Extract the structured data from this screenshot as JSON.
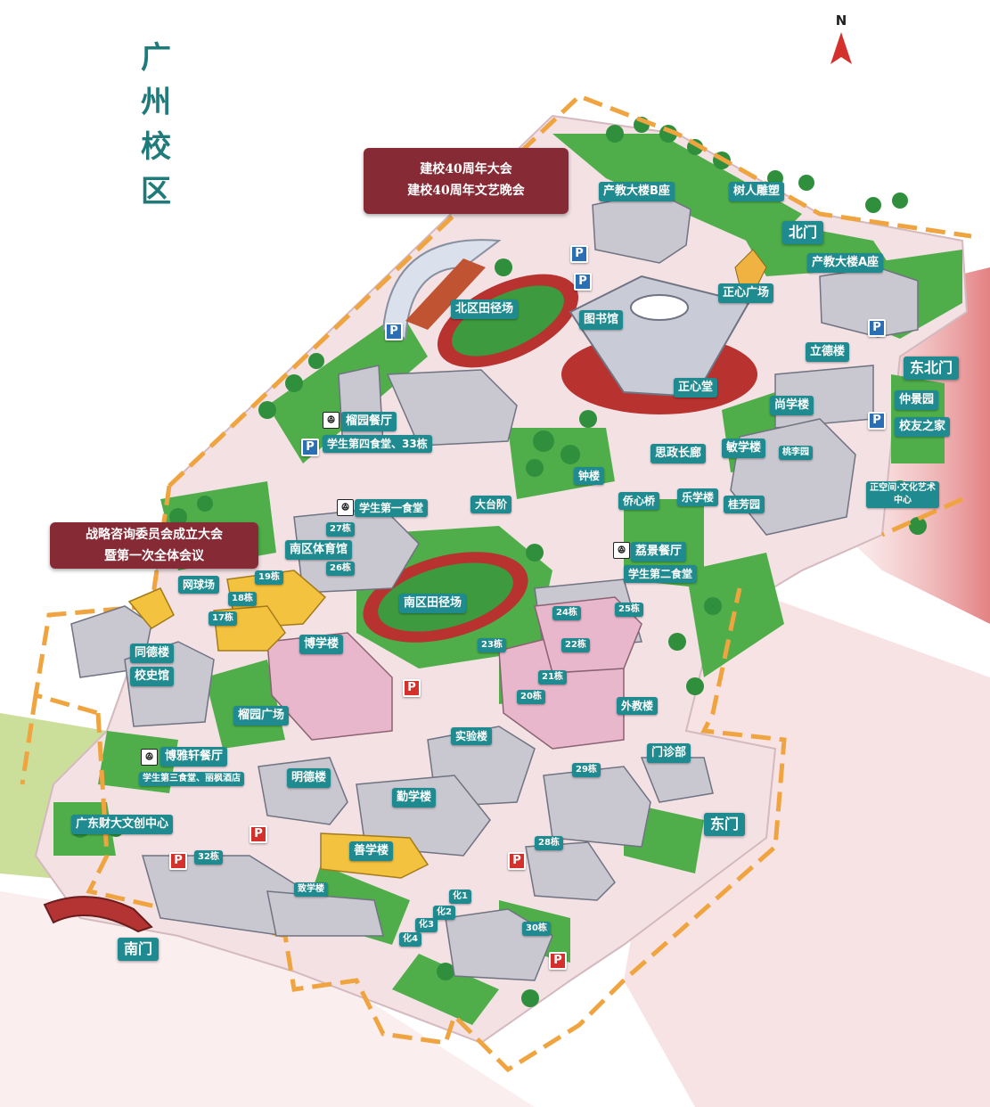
{
  "title": "广州校区",
  "compass": "N",
  "banners": {
    "top": [
      "建校40周年大会",
      "建校40周年文艺晚会"
    ],
    "left": [
      "战略咨询委员会成立大会",
      "暨第一次全体会议"
    ]
  },
  "gates": {
    "north": "北门",
    "northeast": "东北门",
    "east": "东门",
    "south": "南门"
  },
  "labels": {
    "cjdl_b": "产教大楼B座",
    "shurendiaosu": "树人雕塑",
    "cjdl_a": "产教大楼A座",
    "zhengxin_square": "正心广场",
    "north_track": "北区田径场",
    "library": "图书馆",
    "zhengxin_hall": "正心堂",
    "lide": "立德楼",
    "shangxue": "尚学楼",
    "yangjing": "仲景园",
    "xiaoyou": "校友之家",
    "liuyuan_rest": "榴园餐厅",
    "canteen4": "学生第四食堂、33栋",
    "canteen1": "学生第一食堂",
    "datai": "大台阶",
    "bell": "钟楼",
    "qiaoxin": "侨心桥",
    "enzheng": "思政长廊",
    "minxue": "敏学楼",
    "taoli": "桃李园",
    "lexue": "乐学楼",
    "guifang": "桂芳园",
    "zhengkong": "正空间·文化艺术中心",
    "b27": "27栋",
    "south_gym": "南区体育馆",
    "b26": "26栋",
    "lijing": "荔景餐厅",
    "canteen2": "学生第二食堂",
    "tennis": "网球场",
    "b19": "19栋",
    "b18": "18栋",
    "b17": "17栋",
    "south_track": "南区田径场",
    "b24": "24栋",
    "b25": "25栋",
    "b23": "23栋",
    "b22": "22栋",
    "bxue": "博学楼",
    "b21": "21栋",
    "b20": "20栋",
    "tongde": "同德楼",
    "history": "校史馆",
    "waijiao": "外教楼",
    "liuyuan_sq": "榴园广场",
    "lab": "实验楼",
    "clinic": "门诊部",
    "boya": "博雅轩餐厅",
    "canteen3": "学生第三食堂、丽枫酒店",
    "mingde": "明德楼",
    "b29": "29栋",
    "gdcy": "广东财大文创中心",
    "qinxue": "勤学楼",
    "shanxue": "善学楼",
    "b28": "28栋",
    "b32": "32栋",
    "zhixue": "致学楼",
    "hua1": "化1",
    "hua2": "化2",
    "hua3": "化3",
    "hua4": "化4",
    "b30": "30栋"
  },
  "parking_symbol": "P",
  "restaurant_symbol": "ꔮ",
  "colors": {
    "teal_label": "#1f8a8f",
    "banner": "#862a36",
    "boundary": "#f0a440",
    "lawn": "#4fae4a",
    "road": "#f3e1e4",
    "track": "#b8322f",
    "field": "#3d9a3e",
    "building_gray": "#c9c7cf",
    "building_pink": "#e8b7cb",
    "building_yellow": "#f3c23e",
    "outer_red": "#e4797a",
    "parking_blue": "#2a6fb4",
    "parking_red": "#d4312d"
  }
}
